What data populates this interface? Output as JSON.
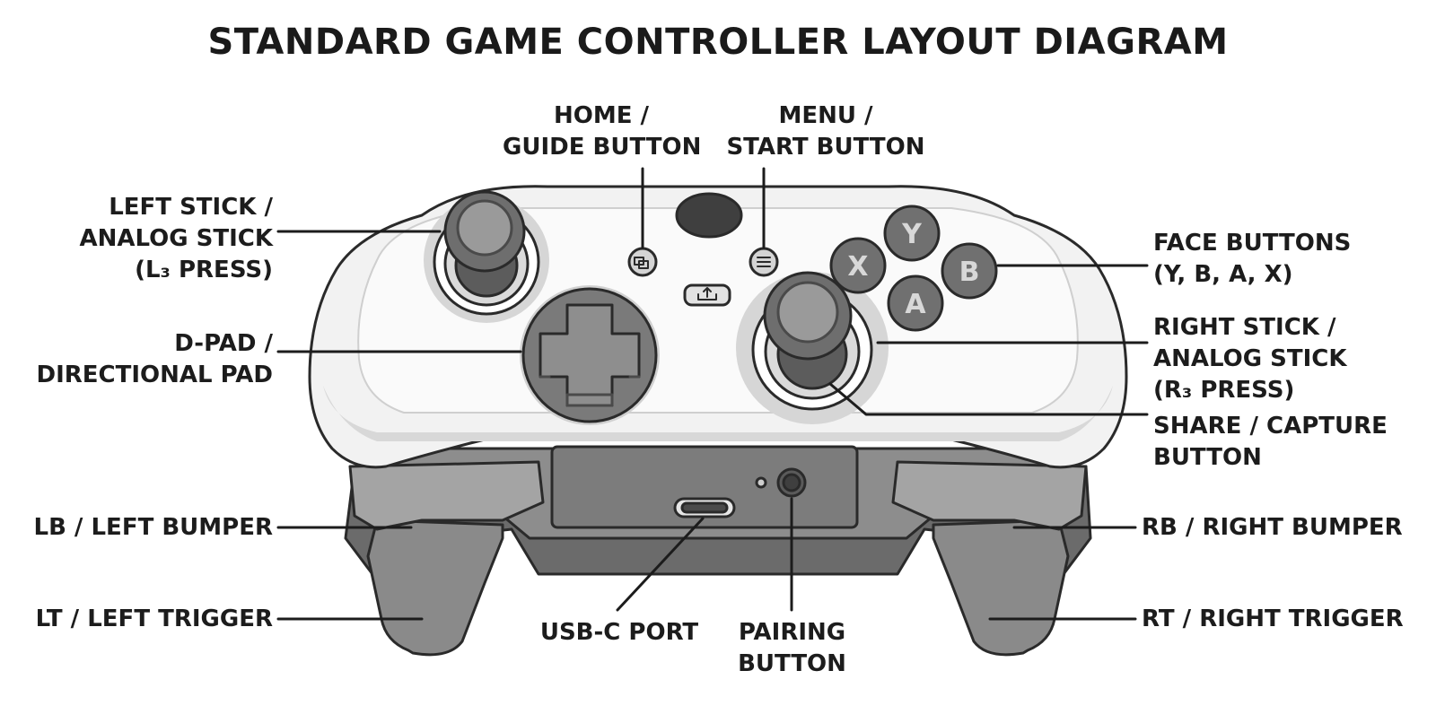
{
  "title": "STANDARD GAME CONTROLLER LAYOUT DIAGRAM",
  "labels": {
    "home": [
      "HOME /",
      "GUIDE BUTTON"
    ],
    "menu": [
      "MENU /",
      "START BUTTON"
    ],
    "left_stick": [
      "LEFT STICK /",
      "ANALOG STICK",
      "(L₃ PRESS)"
    ],
    "dpad": [
      "D-PAD /",
      "DIRECTIONAL PAD"
    ],
    "lb": [
      "LB / LEFT BUMPER"
    ],
    "lt": [
      "LT / LEFT TRIGGER"
    ],
    "face": [
      "FACE BUTTONS",
      "(Y, B, A, X)"
    ],
    "right_stick": [
      "RIGHT STICK /",
      "ANALOG STICK",
      "(R₃ PRESS)"
    ],
    "share": [
      "SHARE / CAPTURE",
      "BUTTON"
    ],
    "rb": [
      "RB / RIGHT BUMPER"
    ],
    "rt": [
      "RT / RIGHT TRIGGER"
    ],
    "usb": [
      "USB-C PORT"
    ],
    "pairing": [
      "PAIRING",
      "BUTTON"
    ]
  },
  "face_buttons": {
    "top": "Y",
    "left": "X",
    "right": "B",
    "bottom": "A"
  },
  "colors": {
    "ink": "#1c1c1c",
    "body": "#f3f3f3",
    "outline": "#2a2a2a",
    "button_gray": "#8a8a8a",
    "dark_gray": "#5e5e5e",
    "grip_gray": "#9a9a9a"
  }
}
